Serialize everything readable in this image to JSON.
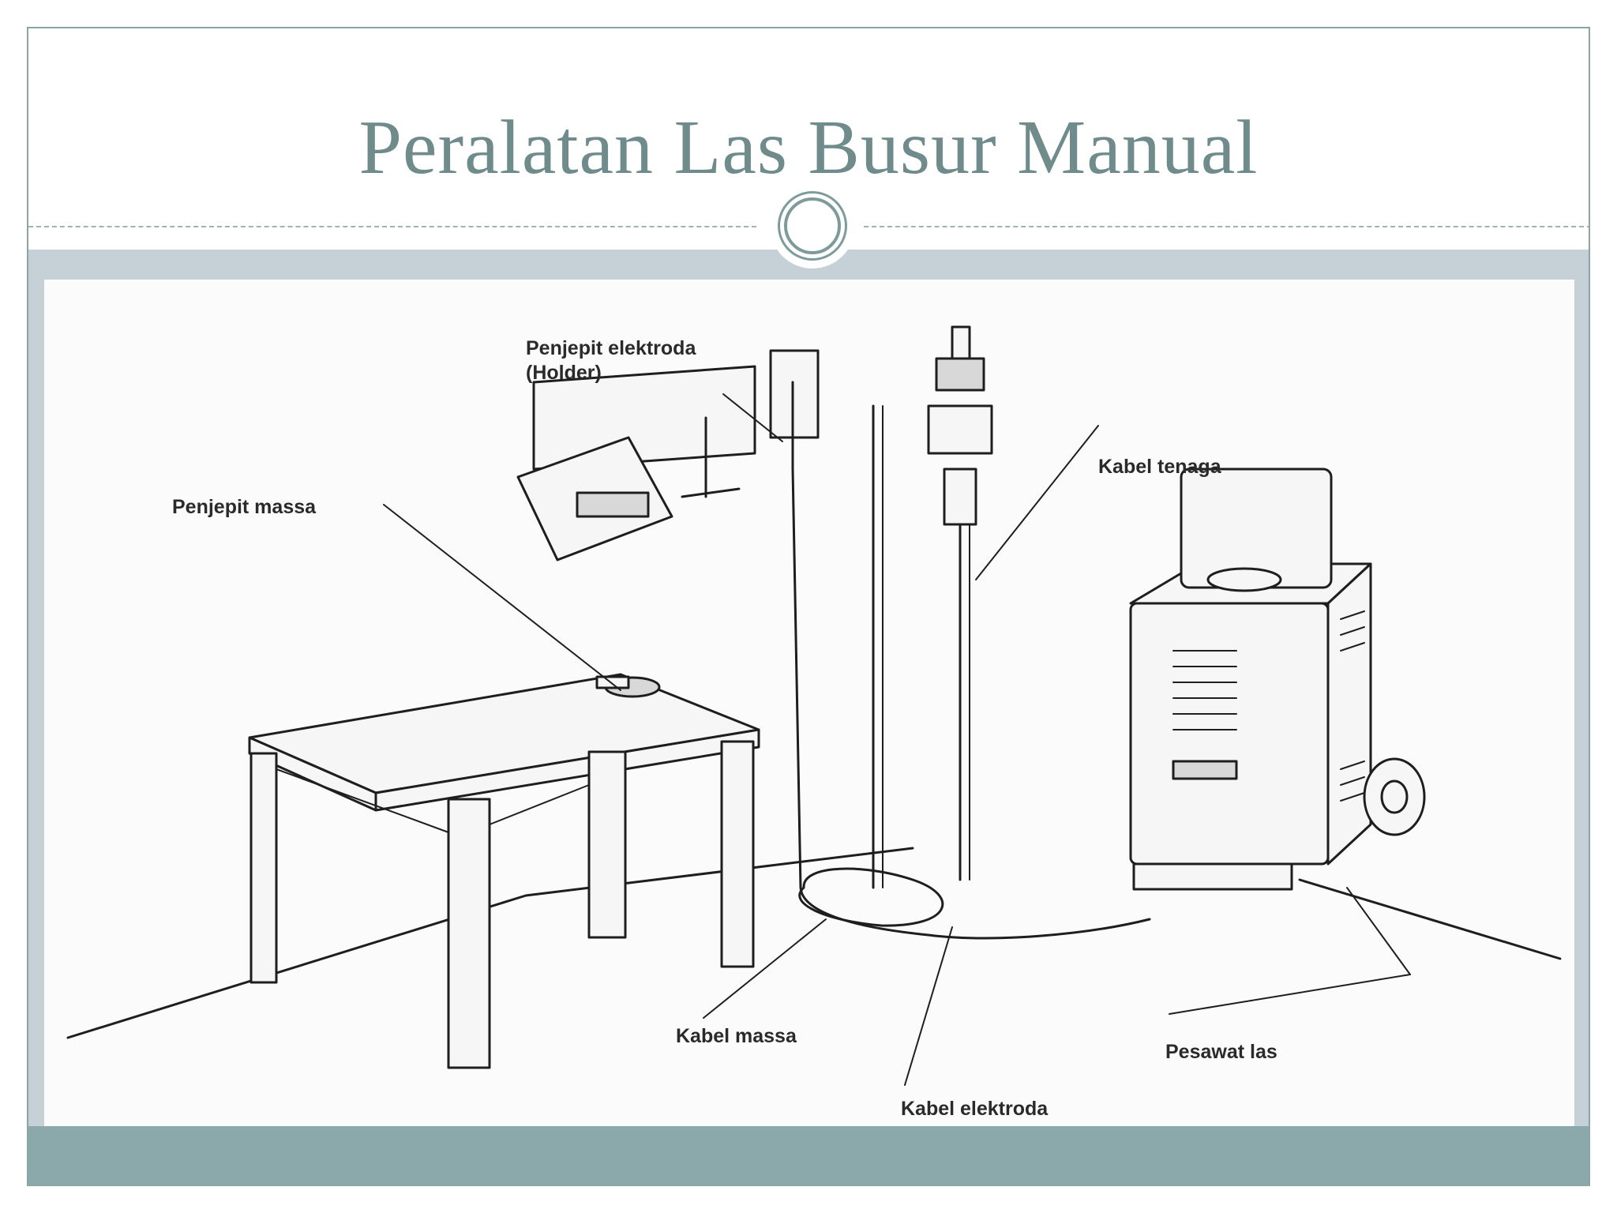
{
  "slide": {
    "title": "Peralatan Las Busur Manual"
  },
  "diagram": {
    "labels": {
      "holder_line1": "Penjepit elektroda",
      "holder_line2": "(Holder)",
      "power_cable": "Kabel tenaga",
      "mass_clamp": "Penjepit massa",
      "mass_cable": "Kabel massa",
      "electrode_cable": "Kabel elektroda",
      "welding_machine": "Pesawat las"
    }
  },
  "colors": {
    "title": "#708b8b",
    "accent": "#8ba9ab",
    "band": "#c5d1d6"
  }
}
